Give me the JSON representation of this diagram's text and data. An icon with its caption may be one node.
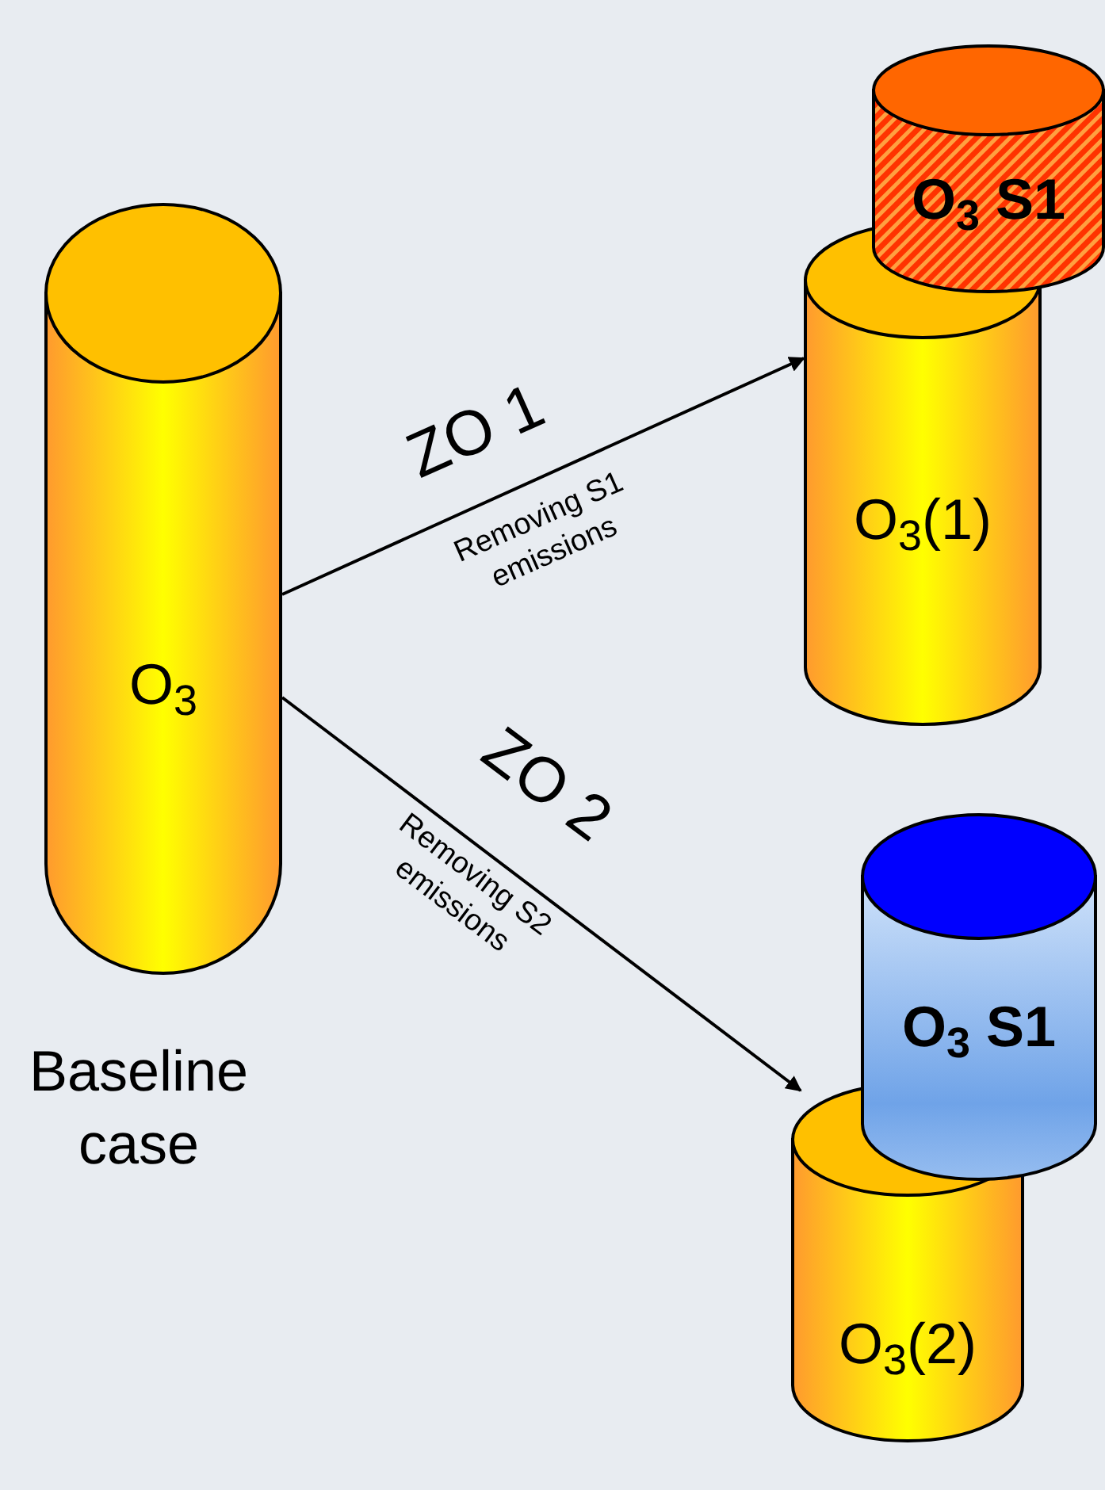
{
  "diagram": {
    "nodes": [
      {
        "text": [
          "O$_{3}$"
        ],
        "beside": [
          "Baseline case"
        ]
      },
      {
        "text": [
          "O$_{3}$(1)"
        ]
      },
      {
        "text": [
          "O$_{3}$ S1"
        ]
      },
      {
        "text": [
          "O$_{3}$(2)"
        ]
      },
      {
        "text": [
          "O$_{3}$ S1"
        ]
      }
    ],
    "edges": [
      {
        "from": 0,
        "to": 1,
        "arrow": "to",
        "label": "ZO 1"
      },
      {
        "from": 0,
        "to": 3,
        "arrow": "to",
        "label": "ZO 2"
      }
    ],
    "labels": [
      "Removing S1 emissions",
      "Removing S2 emissions"
    ]
  }
}
